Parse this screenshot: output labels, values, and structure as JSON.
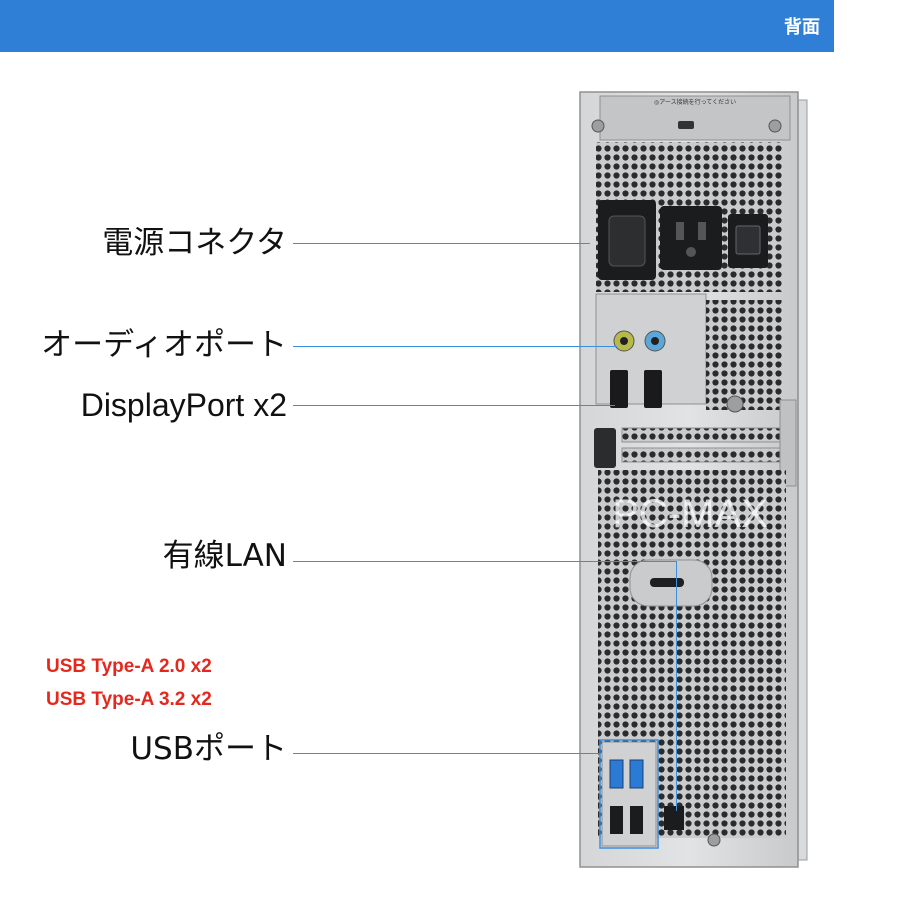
{
  "header": {
    "title": "背面",
    "color": "#2f7fd6"
  },
  "labels": {
    "power": "電源コネクタ",
    "audio": "オーディオポート",
    "displayport": "DisplayPort x2",
    "lan": "有線LAN",
    "usb": "USBポート"
  },
  "usb_specs": [
    "USB Type-A 2.0 x2",
    "USB Type-A 3.2 x2"
  ],
  "watermark": "PC-MAX",
  "warning_sticker": "◎アース接続を行ってください",
  "colors": {
    "leader": "#3b8fe0",
    "spec_text": "#e4281e",
    "usb3_port": "#2b7ad6"
  }
}
